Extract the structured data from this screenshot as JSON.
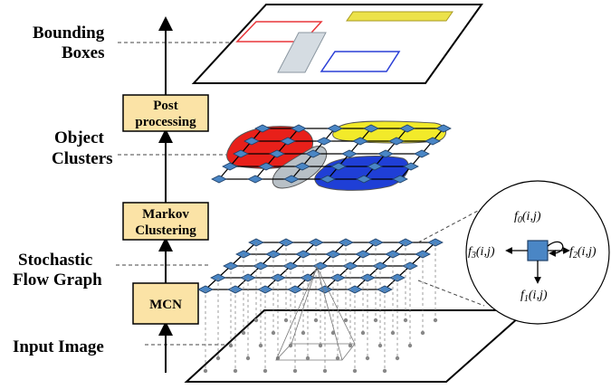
{
  "labels": {
    "bounding_boxes": [
      "Bounding",
      "Boxes"
    ],
    "object_clusters": [
      "Object",
      "Clusters"
    ],
    "stochastic_flow_graph": [
      "Stochastic",
      "Flow Graph"
    ],
    "input_image": "Input Image"
  },
  "boxes": {
    "post_processing": [
      "Post",
      "processing"
    ],
    "markov_clustering": [
      "Markov",
      "Clustering"
    ],
    "mcn": "MCN"
  },
  "inset": {
    "f0": {
      "base": "f",
      "sub": "0",
      "args": "(i,j)"
    },
    "f1": {
      "base": "f",
      "sub": "1",
      "args": "(i,j)"
    },
    "f2": {
      "base": "f",
      "sub": "2",
      "args": "(i,j)"
    },
    "f3": {
      "base": "f",
      "sub": "3",
      "args": "(i,j)"
    }
  },
  "colors": {
    "node_fill": "#4a86c5",
    "node_stroke": "#1f3f66",
    "box_fill": "#fbe3a6",
    "cluster_red": "#e8201a",
    "cluster_yellow": "#f2ea2a",
    "cluster_gray": "#b8c0c6",
    "cluster_blue": "#1f3fd6",
    "bbox_red": "#e8363a",
    "bbox_yellow": "#ece24a",
    "bbox_gray": "#d5dce2",
    "bbox_blue": "#2a3ed6"
  }
}
